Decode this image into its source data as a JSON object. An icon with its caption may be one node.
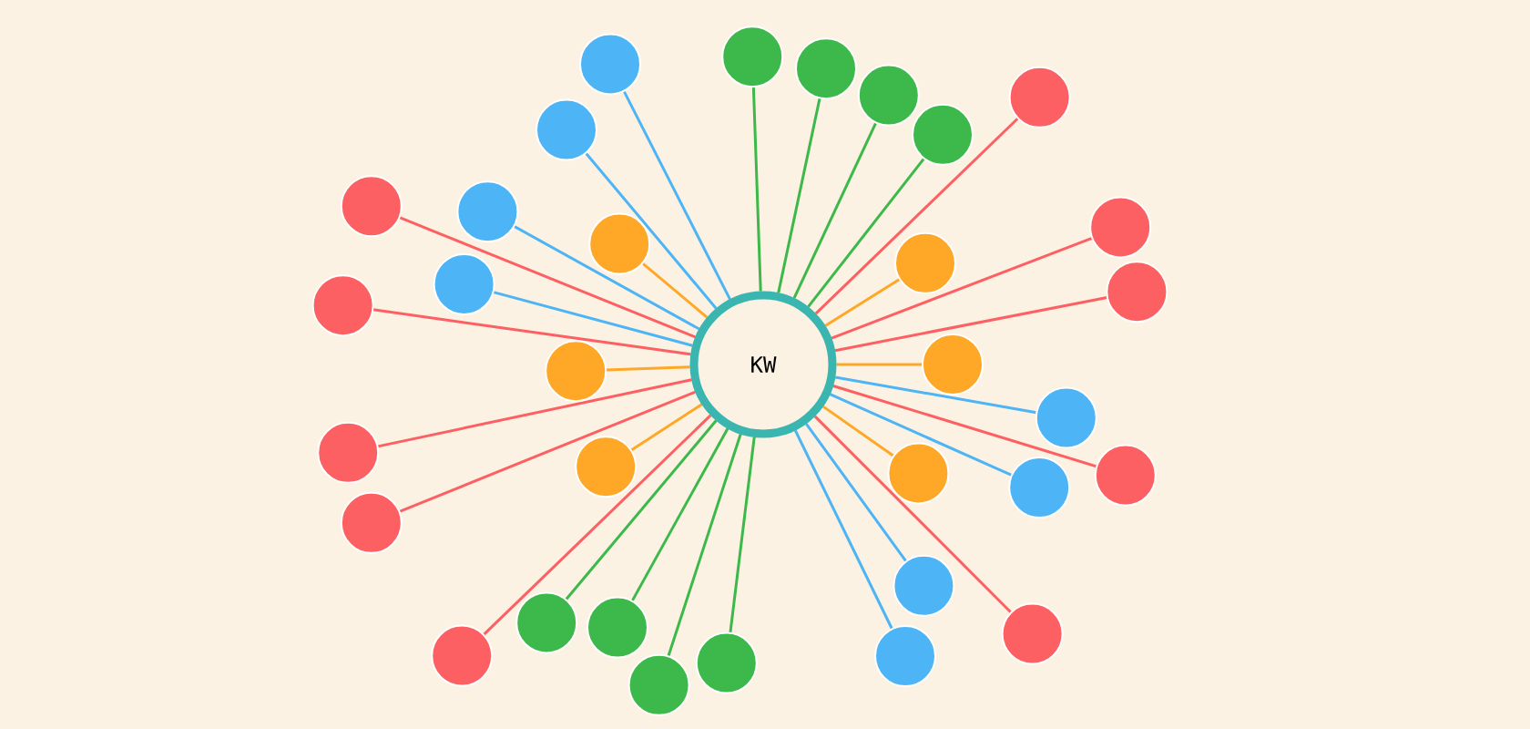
{
  "diagram": {
    "nodes": [
      {
        "text": [
          "KW"
        ]
      },
      {
        "text": [],
        "shape": "circle"
      },
      {
        "text": [],
        "shape": "circle"
      },
      {
        "text": [],
        "shape": "circle"
      },
      {
        "text": [],
        "shape": "circle"
      },
      {
        "text": [],
        "shape": "circle"
      },
      {
        "text": [],
        "shape": "circle"
      },
      {
        "text": [],
        "shape": "circle"
      },
      {
        "text": [],
        "shape": "circle"
      },
      {
        "text": [],
        "shape": "circle"
      },
      {
        "text": [],
        "shape": "circle"
      },
      {
        "text": [],
        "shape": "circle"
      },
      {
        "text": [],
        "shape": "circle"
      },
      {
        "text": [],
        "shape": "circle"
      },
      {
        "text": [],
        "shape": "circle"
      },
      {
        "text": [],
        "shape": "circle"
      },
      {
        "text": [],
        "shape": "circle"
      },
      {
        "text": [],
        "shape": "circle"
      },
      {
        "text": [],
        "shape": "circle"
      },
      {
        "text": [],
        "shape": "circle"
      },
      {
        "text": [],
        "shape": "circle"
      },
      {
        "text": [],
        "shape": "circle"
      },
      {
        "text": [],
        "shape": "circle"
      },
      {
        "text": [],
        "shape": "circle"
      },
      {
        "text": [],
        "shape": "circle"
      },
      {
        "text": [],
        "shape": "circle"
      },
      {
        "text": [],
        "shape": "circle"
      },
      {
        "text": [],
        "shape": "circle"
      },
      {
        "text": [],
        "shape": "circle"
      },
      {
        "text": [],
        "shape": "circle"
      },
      {
        "text": [],
        "shape": "circle"
      },
      {
        "text": [],
        "shape": "circle"
      },
      {
        "text": [],
        "shape": "circle"
      }
    ],
    "edges": [
      {
        "from": 0,
        "to": 1,
        "arrow": "none",
        "color": "#3cb94a"
      },
      {
        "from": 0,
        "to": 2,
        "arrow": "none",
        "color": "#4db4f5"
      },
      {
        "from": 0,
        "to": 3,
        "arrow": "none",
        "color": "#3cb94a"
      },
      {
        "from": 0,
        "to": 4,
        "arrow": "none",
        "color": "#3cb94a"
      },
      {
        "from": 0,
        "to": 5,
        "arrow": "none",
        "color": "#fd6063"
      },
      {
        "from": 0,
        "to": 6,
        "arrow": "none",
        "color": "#4db4f5"
      },
      {
        "from": 0,
        "to": 7,
        "arrow": "none",
        "color": "#3cb94a"
      },
      {
        "from": 0,
        "to": 8,
        "arrow": "none",
        "color": "#fd6063"
      },
      {
        "from": 0,
        "to": 9,
        "arrow": "none",
        "color": "#4db4f5"
      },
      {
        "from": 0,
        "to": 10,
        "arrow": "none",
        "color": "#fd6063"
      },
      {
        "from": 0,
        "to": 11,
        "arrow": "none",
        "color": "#ffa726"
      },
      {
        "from": 0,
        "to": 12,
        "arrow": "none",
        "color": "#ffa726"
      },
      {
        "from": 0,
        "to": 13,
        "arrow": "none",
        "color": "#4db4f5"
      },
      {
        "from": 0,
        "to": 14,
        "arrow": "none",
        "color": "#fd6063"
      },
      {
        "from": 0,
        "to": 15,
        "arrow": "none",
        "color": "#fd6063"
      },
      {
        "from": 0,
        "to": 16,
        "arrow": "none",
        "color": "#ffa726"
      },
      {
        "from": 0,
        "to": 17,
        "arrow": "none",
        "color": "#ffa726"
      },
      {
        "from": 0,
        "to": 18,
        "arrow": "none",
        "color": "#4db4f5"
      },
      {
        "from": 0,
        "to": 19,
        "arrow": "none",
        "color": "#fd6063"
      },
      {
        "from": 0,
        "to": 20,
        "arrow": "none",
        "color": "#ffa726"
      },
      {
        "from": 0,
        "to": 21,
        "arrow": "none",
        "color": "#ffa726"
      },
      {
        "from": 0,
        "to": 22,
        "arrow": "none",
        "color": "#fd6063"
      },
      {
        "from": 0,
        "to": 23,
        "arrow": "none",
        "color": "#4db4f5"
      },
      {
        "from": 0,
        "to": 24,
        "arrow": "none",
        "color": "#fd6063"
      },
      {
        "from": 0,
        "to": 25,
        "arrow": "none",
        "color": "#4db4f5"
      },
      {
        "from": 0,
        "to": 26,
        "arrow": "none",
        "color": "#3cb94a"
      },
      {
        "from": 0,
        "to": 27,
        "arrow": "none",
        "color": "#3cb94a"
      },
      {
        "from": 0,
        "to": 28,
        "arrow": "none",
        "color": "#fd6063"
      },
      {
        "from": 0,
        "to": 29,
        "arrow": "none",
        "color": "#fd6063"
      },
      {
        "from": 0,
        "to": 30,
        "arrow": "none",
        "color": "#4db4f5"
      },
      {
        "from": 0,
        "to": 31,
        "arrow": "none",
        "color": "#3cb94a"
      },
      {
        "from": 0,
        "to": 32,
        "arrow": "none",
        "color": "#3cb94a"
      }
    ]
  }
}
